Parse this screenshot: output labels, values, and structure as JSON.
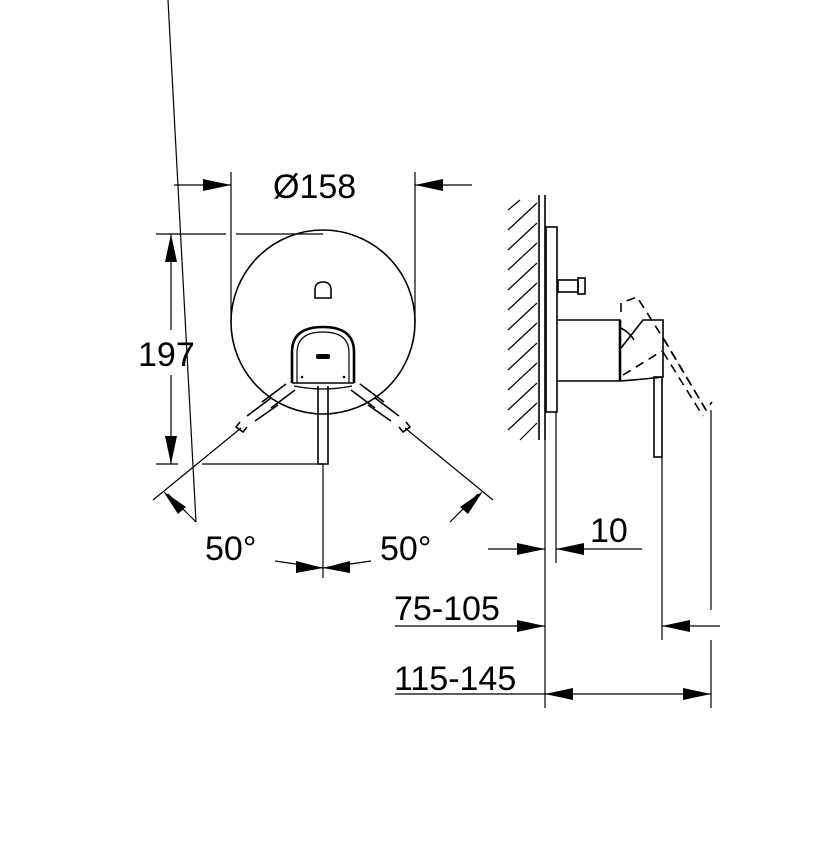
{
  "drawing": {
    "type": "technical-dimension-drawing",
    "subject": "concealed single-lever mixer trim (front and side views)",
    "line_color": "#000000",
    "background": "#ffffff"
  },
  "front_view": {
    "diameter_label": "Ø158",
    "height_label": "197",
    "angle_left_label": "50°",
    "angle_right_label": "50°"
  },
  "side_view": {
    "offset_label": "10",
    "depth_range_label": "75-105",
    "total_depth_label": "115-145"
  }
}
